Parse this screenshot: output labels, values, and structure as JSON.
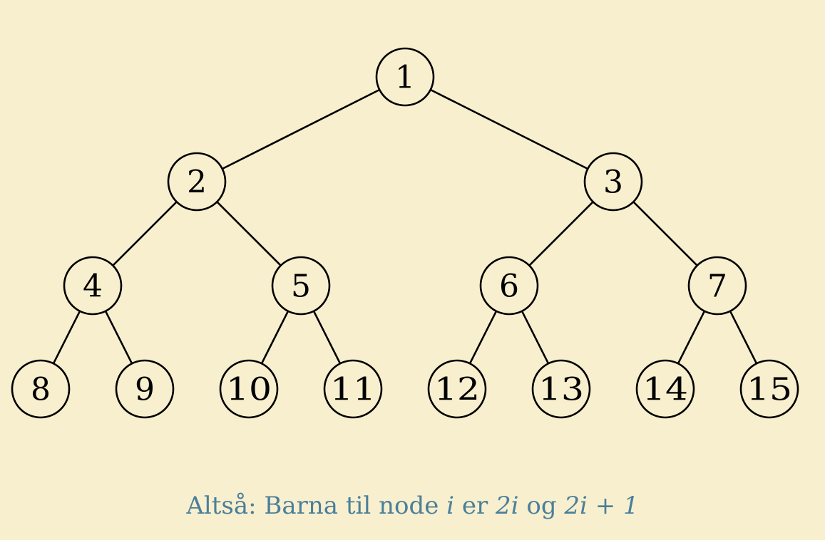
{
  "colors": {
    "background": "#f8efcf",
    "node_fill": "#f8efcf",
    "stroke": "#000000",
    "label": "#000000",
    "caption": "#4a7f9a"
  },
  "tree": {
    "nodes": [
      "1",
      "2",
      "3",
      "4",
      "5",
      "6",
      "7",
      "8",
      "9",
      "10",
      "11",
      "12",
      "13",
      "14",
      "15"
    ],
    "edges": [
      [
        "1",
        "2"
      ],
      [
        "1",
        "3"
      ],
      [
        "2",
        "4"
      ],
      [
        "2",
        "5"
      ],
      [
        "3",
        "6"
      ],
      [
        "3",
        "7"
      ],
      [
        "4",
        "8"
      ],
      [
        "4",
        "9"
      ],
      [
        "5",
        "10"
      ],
      [
        "5",
        "11"
      ],
      [
        "6",
        "12"
      ],
      [
        "6",
        "13"
      ],
      [
        "7",
        "14"
      ],
      [
        "7",
        "15"
      ]
    ]
  },
  "caption": {
    "prefix": "Altså: Barna til node ",
    "var_i": "i",
    "middle": " er ",
    "formula_left": "2i",
    "conj": " og ",
    "formula_right": "2i + 1"
  }
}
